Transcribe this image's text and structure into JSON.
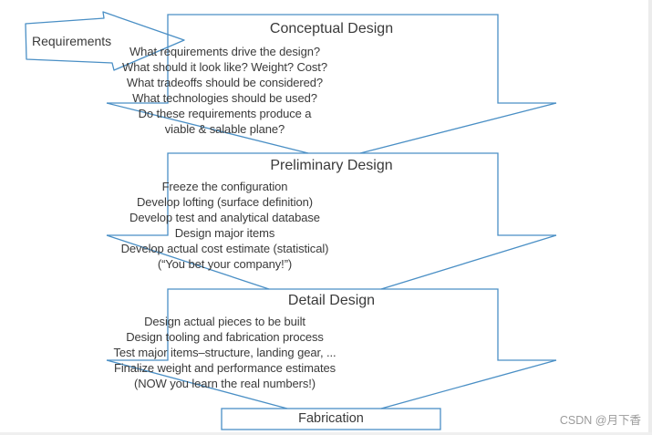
{
  "requirements": {
    "label": "Requirements"
  },
  "stages": [
    {
      "title": "Conceptual Design",
      "lines": [
        "What requirements drive the design?",
        "What should it look like? Weight? Cost?",
        "What tradeoffs should be considered?",
        "What technologies should be used?",
        "Do these requirements produce a",
        "viable & salable plane?"
      ]
    },
    {
      "title": "Preliminary Design",
      "lines": [
        "Freeze the configuration",
        "Develop lofting (surface definition)",
        "Develop test and analytical database",
        "Design major items",
        "Develop actual cost estimate (statistical)",
        "(“You bet your company!”)"
      ]
    },
    {
      "title": "Detail Design",
      "lines": [
        "Design actual pieces to be built",
        "Design tooling and fabrication process",
        "Test major items–structure, landing gear, ...",
        "Finalize weight and performance estimates",
        "(NOW you learn the real numbers!)"
      ]
    }
  ],
  "fabrication": {
    "label": "Fabrication"
  },
  "watermark": {
    "label": "CSDN @月下香"
  },
  "colors": {
    "line_blue": "#4a8fc5",
    "text_dark": "#3a3a3a",
    "watermark_gray": "#9b9b9b"
  }
}
